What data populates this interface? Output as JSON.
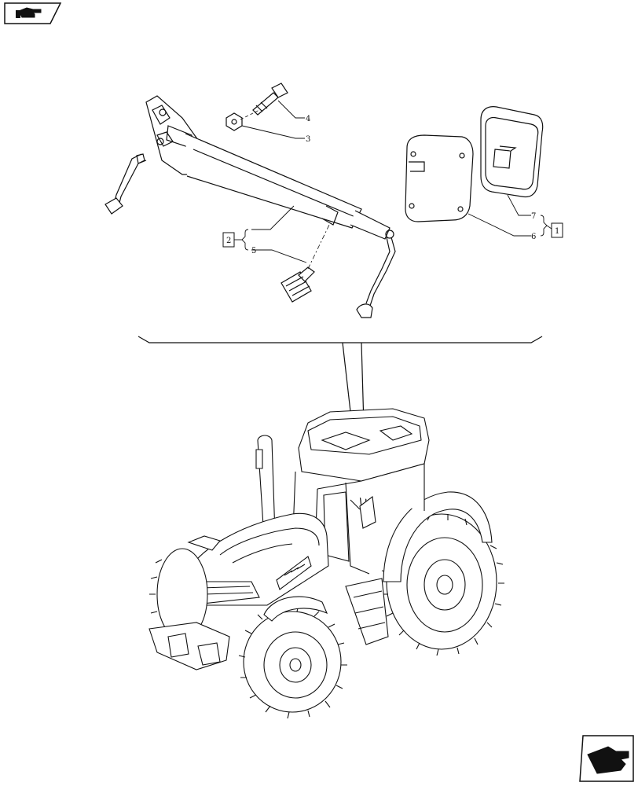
{
  "navigation": {
    "prev_icon": "pointing-hand-prev-icon",
    "next_icon": "pointing-hand-next-icon"
  },
  "callouts": {
    "c1": "1",
    "c2": "2",
    "c3": "3",
    "c4": "4",
    "c5": "5",
    "c6": "6",
    "c7": "7"
  },
  "colors": {
    "line": "#111111",
    "background": "#ffffff"
  }
}
